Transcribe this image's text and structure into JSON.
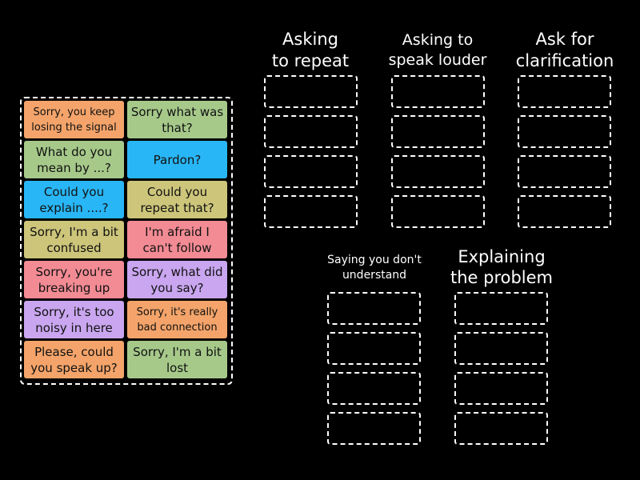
{
  "cards": [
    {
      "text": "Sorry, you keep losing the signal",
      "color": "#f4a46a"
    },
    {
      "text": "Sorry what was that?",
      "color": "#a6c98a"
    },
    {
      "text": "What do you mean by ...?",
      "color": "#a6c98a"
    },
    {
      "text": "Pardon?",
      "color": "#29b6f6"
    },
    {
      "text": "Could you explain ....?",
      "color": "#29b6f6"
    },
    {
      "text": "Could you repeat that?",
      "color": "#cdc57a"
    },
    {
      "text": "Sorry, I'm a bit confused",
      "color": "#cdc57a"
    },
    {
      "text": "I'm afraid I can't follow",
      "color": "#f28b94"
    },
    {
      "text": "Sorry, you're breaking up",
      "color": "#f28b94"
    },
    {
      "text": "Sorry, what did you say?",
      "color": "#c9a6ef"
    },
    {
      "text": "Sorry, it's too noisy in here",
      "color": "#c9a6ef"
    },
    {
      "text": "Sorry, it's really bad connection",
      "color": "#f4a46a"
    },
    {
      "text": "Please, could you speak up?",
      "color": "#f4a46a"
    },
    {
      "text": "Sorry, I'm a bit lost",
      "color": "#a6c98a"
    }
  ],
  "groups": [
    {
      "title_line1": "Asking",
      "title_line2": "to repeat"
    },
    {
      "title_line1": "Asking to",
      "title_line2": "speak louder"
    },
    {
      "title_line1": "Ask for",
      "title_line2": "clarification"
    },
    {
      "title_line1": "Saying you don't",
      "title_line2": "understand"
    },
    {
      "title_line1": "Explaining",
      "title_line2": "the problem"
    }
  ]
}
